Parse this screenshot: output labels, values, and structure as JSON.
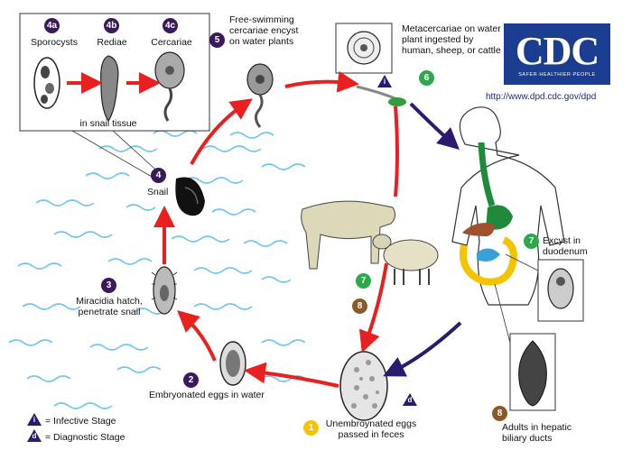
{
  "logo": {
    "name": "CDC",
    "tagline": "SAFER·HEALTHIER·PEOPLE",
    "url": "http://www.dpd.cdc.gov/dpd"
  },
  "colors": {
    "cycle_arrow": "#e82020",
    "human_arrow": "#2b1a6e",
    "water": "#6ec6f0",
    "badge_purple": "#3b1a5c",
    "badge_green": "#2ea84a",
    "badge_brown": "#8a5a2b",
    "badge_yellow": "#f5c400"
  },
  "inset": {
    "stages": [
      {
        "badge": "4a",
        "label": "Sporocysts"
      },
      {
        "badge": "4b",
        "label": "Rediae"
      },
      {
        "badge": "4c",
        "label": "Cercariae"
      }
    ],
    "caption": "in snail tissue"
  },
  "steps": {
    "s1": {
      "badge": "1",
      "label": "Unembroynated eggs passed in feces"
    },
    "s2": {
      "badge": "2",
      "label": "Embryonated eggs in water"
    },
    "s3": {
      "badge": "3",
      "label": "Miracidia hatch, penetrate snail"
    },
    "s4": {
      "badge": "4",
      "label": "Snail"
    },
    "s5": {
      "badge": "5",
      "label": "Free-swimming cercariae encyst on water plants"
    },
    "s6": {
      "badge": "6",
      "label": "Metacercariae on water plant ingested by human, sheep, or cattle"
    },
    "s7": {
      "badge": "7",
      "label": "Excyst in duodenum"
    },
    "s8": {
      "badge": "8",
      "label": "Adults in hepatic biliary ducts"
    },
    "s7b": {
      "badge": "7"
    },
    "s8b": {
      "badge": "8"
    }
  },
  "markers": {
    "infective": "i",
    "diagnostic": "d"
  },
  "legend": {
    "infective": {
      "symbol": "i",
      "text": "= Infective Stage"
    },
    "diagnostic": {
      "symbol": "d",
      "text": "= Diagnostic Stage"
    }
  }
}
